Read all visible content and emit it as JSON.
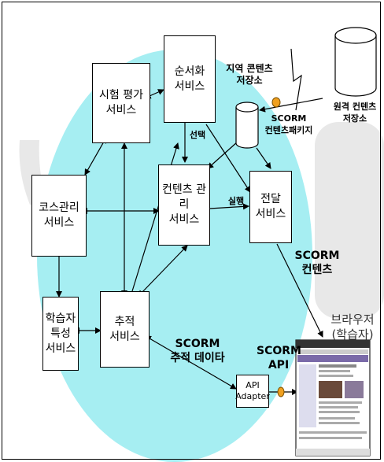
{
  "services": {
    "sequencing": "순서화\n서비스",
    "assessment": "시험 평가\n서비스",
    "course_mgmt": "코스관리\n서비스",
    "content_mgmt": "컨텐츠 관리\n서비스",
    "delivery": "전달\n서비스",
    "tracking": "추적\n서비스",
    "learner_profile": "학습자\n특성\n서비스"
  },
  "labels": {
    "local_repo": "지역 콘텐츠\n저장소",
    "scorm_package": "SCORM\n컨텐츠패키지",
    "remote_repo": "원격 컨텐츠\n저장소",
    "select": "선택",
    "execute": "실행",
    "scorm_content": "SCORM\n컨텐츠",
    "browser": "브라우저\n(학습자)",
    "scorm_tracking": "SCORM\n추적 데이타",
    "scorm_api": "SCORM\nAPI",
    "api_adapter": "API\nAdapter"
  },
  "colors": {
    "ellipse": "#a6eef2",
    "gray_shape": "#e8e8e8"
  }
}
